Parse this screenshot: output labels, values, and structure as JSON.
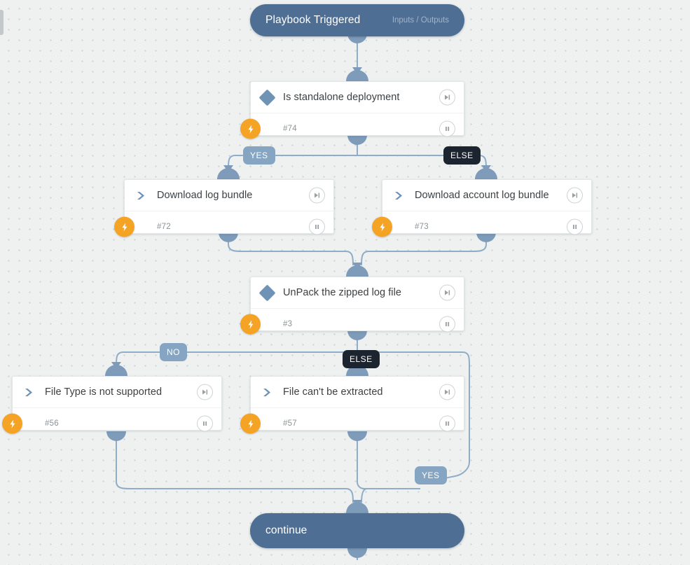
{
  "canvas": {
    "background_color": "#eef1f0",
    "dot_color": "#c9d0cf"
  },
  "palette": {
    "terminal_fill": "#4f6e94",
    "card_fill": "#ffffff",
    "connector": "#8fadc8",
    "port": "#7e9cba",
    "accent_orange": "#f5a325",
    "diamond_blue": "#6f93b4",
    "badge_blue": "#85a5c3",
    "badge_dark": "#1c2430"
  },
  "nodes": {
    "trigger": {
      "title": "Playbook Triggered",
      "subtitle": "Inputs / Outputs",
      "kind": "terminal"
    },
    "standalone": {
      "title": "Is standalone deployment",
      "id": "#74",
      "kind": "condition",
      "type_icon": "diamond-icon",
      "run_icon": "step-forward-icon",
      "pause_icon": "pause-icon",
      "badge_icon": "lightning-bolt-icon"
    },
    "download_log": {
      "title": "Download log bundle",
      "id": "#72",
      "kind": "action",
      "type_icon": "chevron-right-icon",
      "run_icon": "step-forward-icon",
      "pause_icon": "pause-icon",
      "badge_icon": "lightning-bolt-icon"
    },
    "download_account_log": {
      "title": "Download account log bundle",
      "id": "#73",
      "kind": "action",
      "type_icon": "chevron-right-icon",
      "run_icon": "step-forward-icon",
      "pause_icon": "pause-icon",
      "badge_icon": "lightning-bolt-icon"
    },
    "unpack": {
      "title": "UnPack the zipped log file",
      "id": "#3",
      "kind": "condition",
      "type_icon": "diamond-icon",
      "run_icon": "step-forward-icon",
      "pause_icon": "pause-icon",
      "badge_icon": "lightning-bolt-icon"
    },
    "not_supported": {
      "title": "File Type is not supported",
      "id": "#56",
      "kind": "action",
      "type_icon": "chevron-right-icon",
      "run_icon": "step-forward-icon",
      "pause_icon": "pause-icon",
      "badge_icon": "lightning-bolt-icon"
    },
    "cant_extract": {
      "title": "File can't be extracted",
      "id": "#57",
      "kind": "action",
      "type_icon": "chevron-right-icon",
      "run_icon": "step-forward-icon",
      "pause_icon": "pause-icon",
      "badge_icon": "lightning-bolt-icon"
    },
    "continue": {
      "title": "continue",
      "kind": "terminal"
    }
  },
  "branch_labels": {
    "standalone_yes": "YES",
    "standalone_else": "ELSE",
    "unpack_no": "NO",
    "unpack_else": "ELSE",
    "extract_yes": "YES"
  }
}
